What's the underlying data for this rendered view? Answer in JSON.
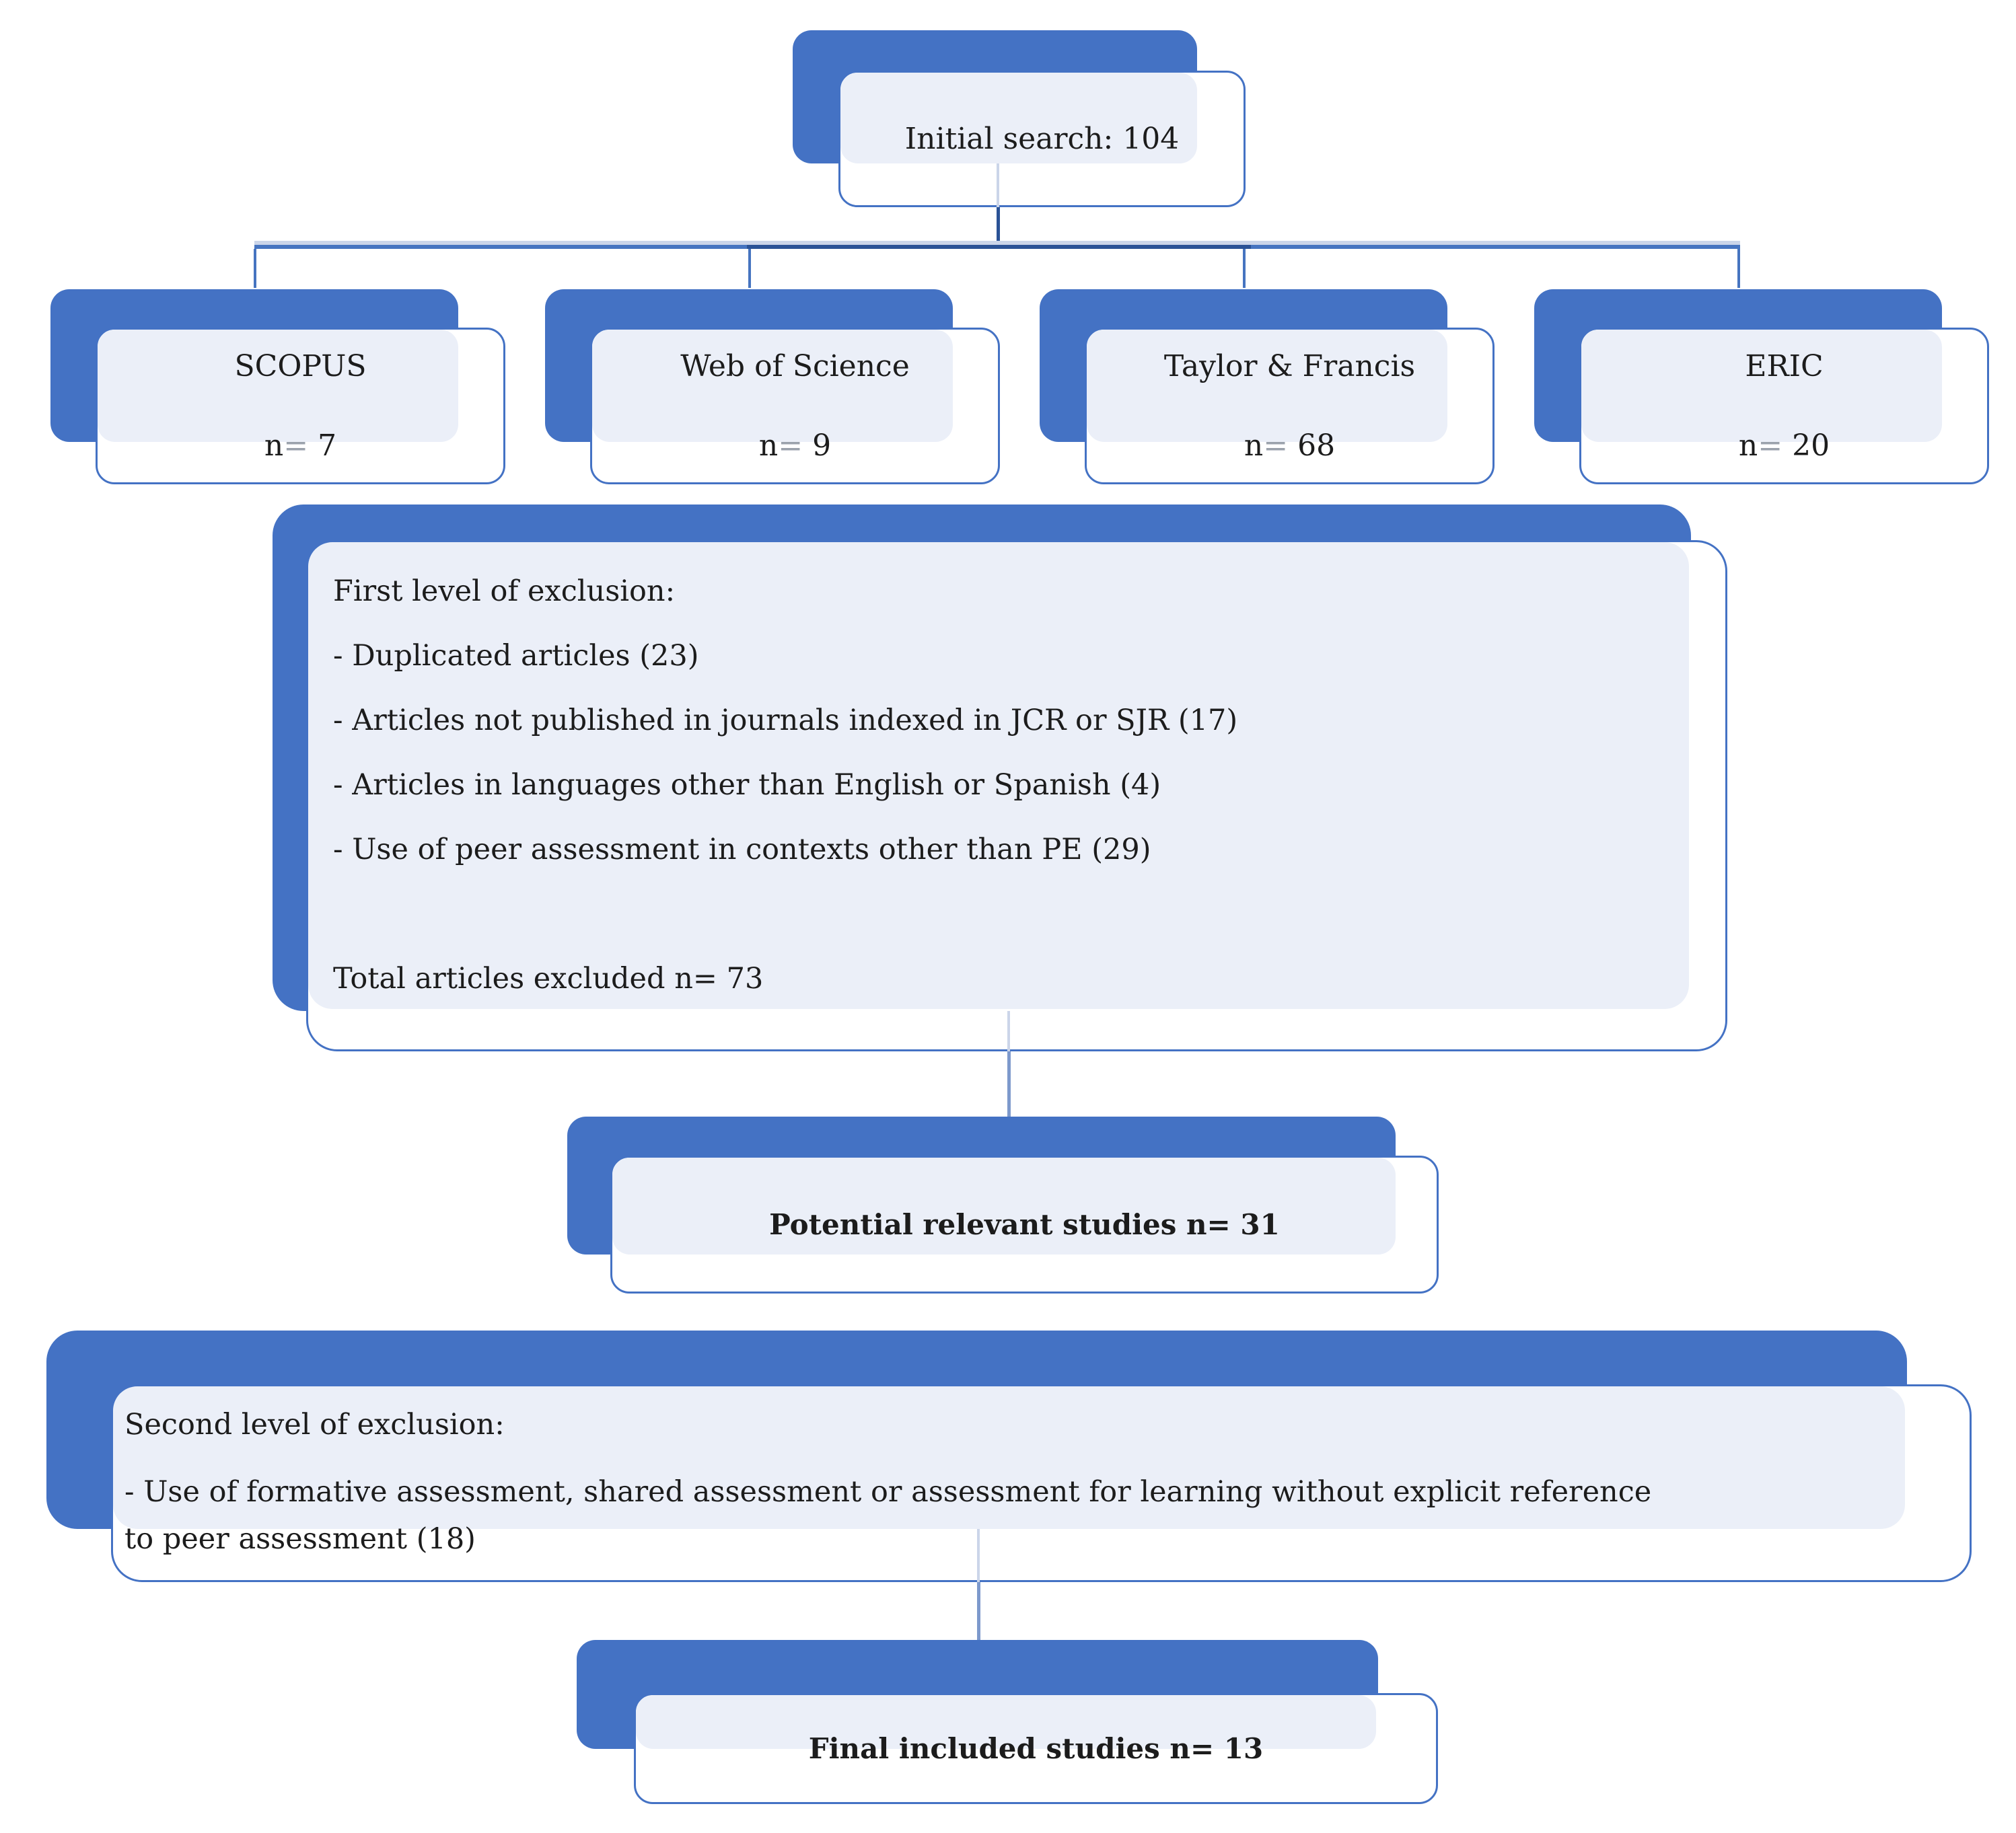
{
  "diagram": {
    "initial": {
      "label": "Initial search: 104"
    },
    "databases": [
      {
        "name": "SCOPUS",
        "count": "n= 7"
      },
      {
        "name": "Web of Science",
        "count": "n= 9"
      },
      {
        "name": "Taylor & Francis",
        "count": "n= 68"
      },
      {
        "name": "ERIC",
        "count": "n= 20"
      }
    ],
    "first_exclusion": {
      "title": "First level of exclusion:",
      "items": [
        "- Duplicated articles (23)",
        "- Articles not published in journals indexed in JCR or SJR (17)",
        "- Articles in languages other than English or Spanish (4)",
        "- Use of peer assessment in contexts other than PE (29)"
      ],
      "total": "Total articles excluded n= 73"
    },
    "potential": {
      "label": "Potential relevant studies n= 31"
    },
    "second_exclusion": {
      "title": "Second level of exclusion:",
      "item_line1": "- Use of formative assessment, shared assessment or assessment for learning without explicit reference",
      "item_line2": "to peer assessment (18)"
    },
    "final": {
      "label": "Final included studies n= 13"
    }
  },
  "colors": {
    "shadow_blue": "#4472C4",
    "border_blue": "#4472C4",
    "panel_fill": "#EBEFF8",
    "connector_light": "#CBD5E9",
    "connector_main": "#4674C0",
    "connector_dark": "#2A5296",
    "connector_medium": "#7D99CC",
    "text": "#1C1C1C"
  }
}
